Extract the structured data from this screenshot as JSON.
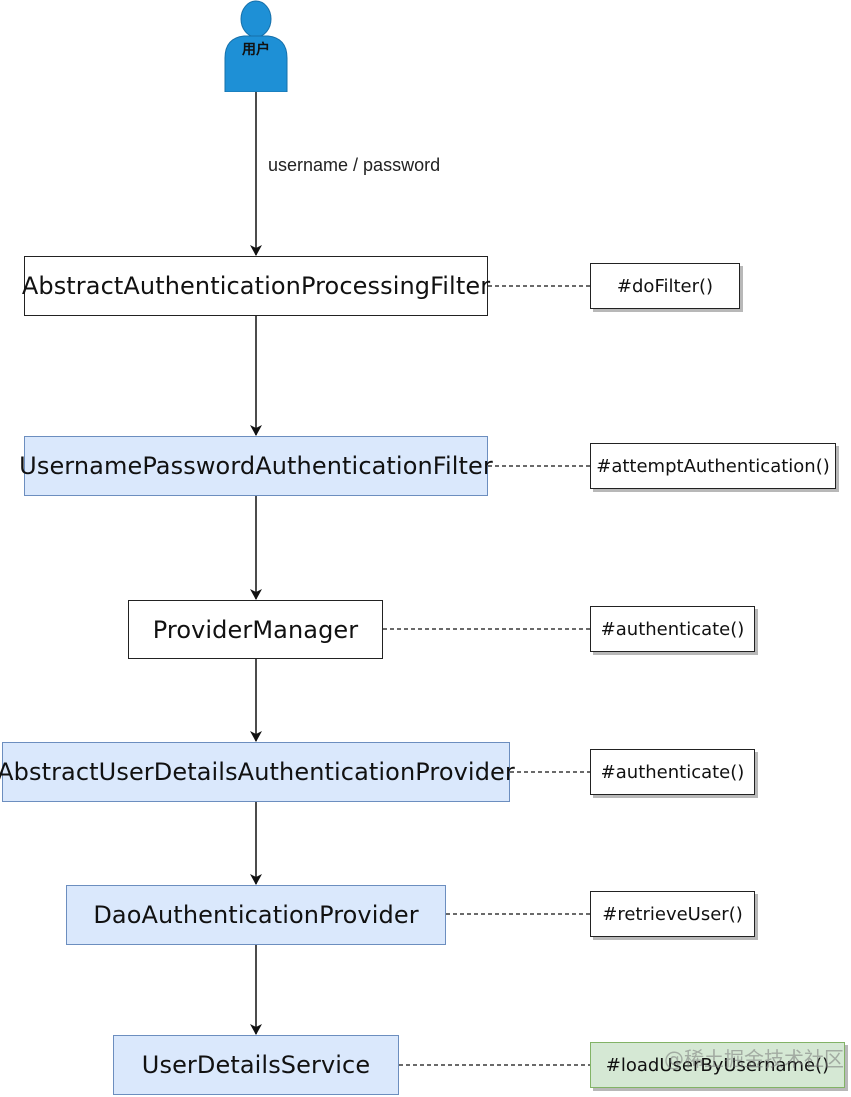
{
  "actor": {
    "label": "用户",
    "color": "#1e90d6"
  },
  "edge_label": "username / password",
  "nodes": [
    {
      "label": "AbstractAuthenticationProcessingFilter",
      "style": "plain",
      "method": "#doFilter()"
    },
    {
      "label": "UsernamePasswordAuthenticationFilter",
      "style": "blue",
      "method": "#attemptAuthentication()"
    },
    {
      "label": "ProviderManager",
      "style": "plain",
      "method": "#authenticate()"
    },
    {
      "label": "AbstractUserDetailsAuthenticationProvider",
      "style": "blue",
      "method": "#authenticate()"
    },
    {
      "label": "DaoAuthenticationProvider",
      "style": "blue",
      "method": "#retrieveUser()"
    },
    {
      "label": "UserDetailsService",
      "style": "blue",
      "method": "#loadUserByUsername()"
    }
  ],
  "watermark": "@稀土掘金技术社区",
  "colors": {
    "blue_fill": "#dae8fc",
    "blue_border": "#6c8ebf",
    "green_fill": "#d5e8d4",
    "green_border": "#82b366"
  }
}
